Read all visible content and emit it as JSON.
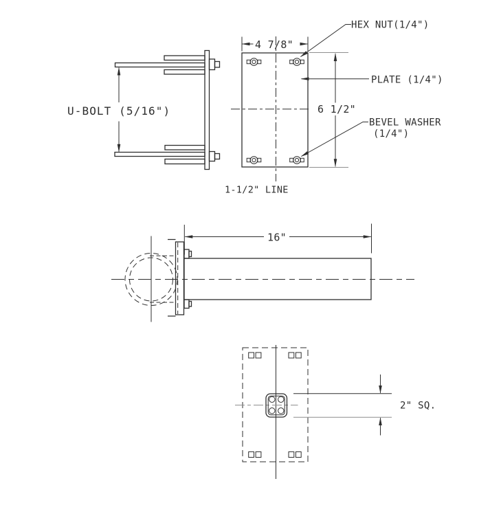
{
  "labels": {
    "hex_nut": "HEX NUT(1/4\")",
    "plate": "PLATE (1/4\")",
    "bevel_washer_line1": "BEVEL WASHER",
    "bevel_washer_line2": "(1/4\")",
    "u_bolt": "U-BOLT (5/16\")",
    "pipe_line": "1-1/2\" LINE",
    "tube_square": "2\" SQ."
  },
  "dimensions": {
    "plate_width": "4 7/8\"",
    "plate_height": "6 1/2\"",
    "tube_length": "16\""
  },
  "colors": {
    "line": "#2e2e2e",
    "centerline_gray": "#8e8e8e",
    "background": "#ffffff"
  }
}
